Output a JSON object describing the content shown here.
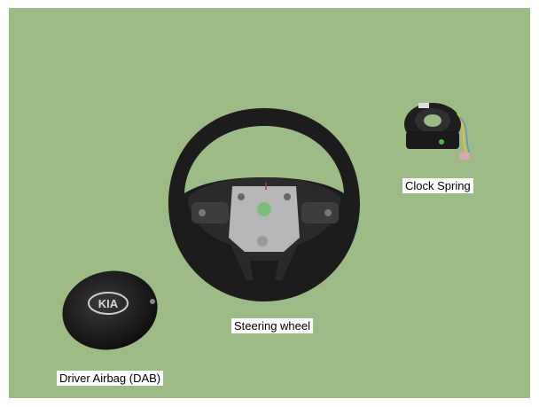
{
  "labels": {
    "steering_wheel": "Steering wheel",
    "clock_spring": "Clock Spring",
    "driver_airbag": "Driver Airbag (DAB)"
  },
  "badge_text": "KIA",
  "colors": {
    "background": "#9dbb85",
    "label_bg": "#ffffff"
  }
}
